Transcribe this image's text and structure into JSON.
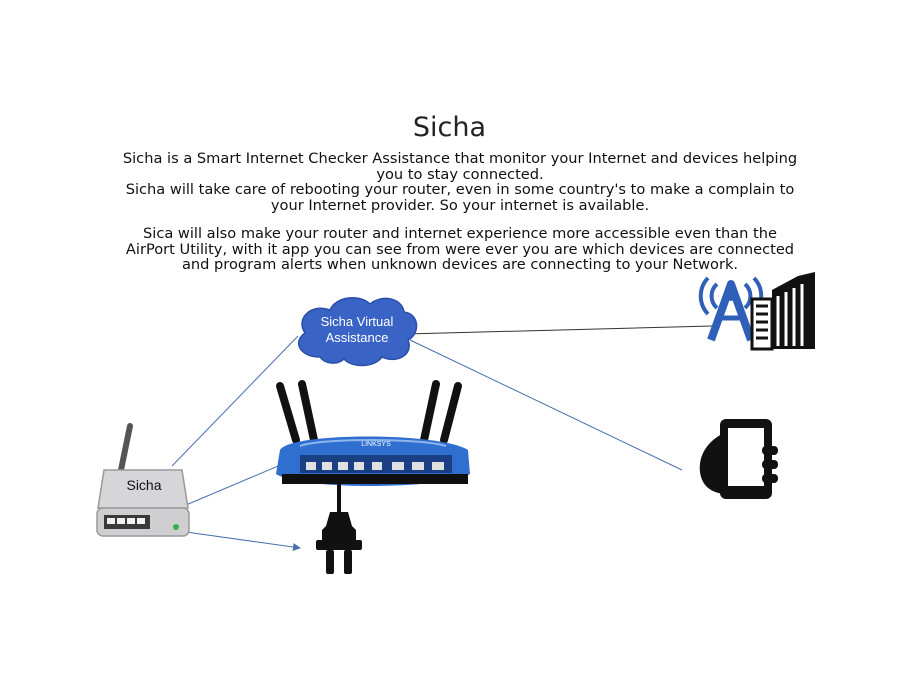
{
  "title": "Sicha",
  "paragraphs": {
    "p1": "Sicha is a Smart Internet Checker Assistance that monitor your Internet and devices helping you to stay connected.",
    "p2": "Sicha will take care of rebooting your router, even in some country's to make a complain to your Internet provider. So your internet is available.",
    "p3": "Sica will also make your router and internet experience more accessible even than the AirPort Utility,  with it app you can see from were ever you are which devices are connected and program alerts when unknown devices are connecting to your Network."
  },
  "cloud": {
    "label": "Sicha Virtual Assistance",
    "color": "#3a63c6"
  },
  "device": {
    "label": "Sicha"
  },
  "router": {
    "brand": "LINKSYS",
    "color": "#2f6fd0"
  },
  "icons": [
    "cell-tower-building-icon",
    "smartphone-hand-icon",
    "power-plug-icon",
    "router-icon",
    "cloud-icon"
  ],
  "connector_color": "#4a6fb0"
}
